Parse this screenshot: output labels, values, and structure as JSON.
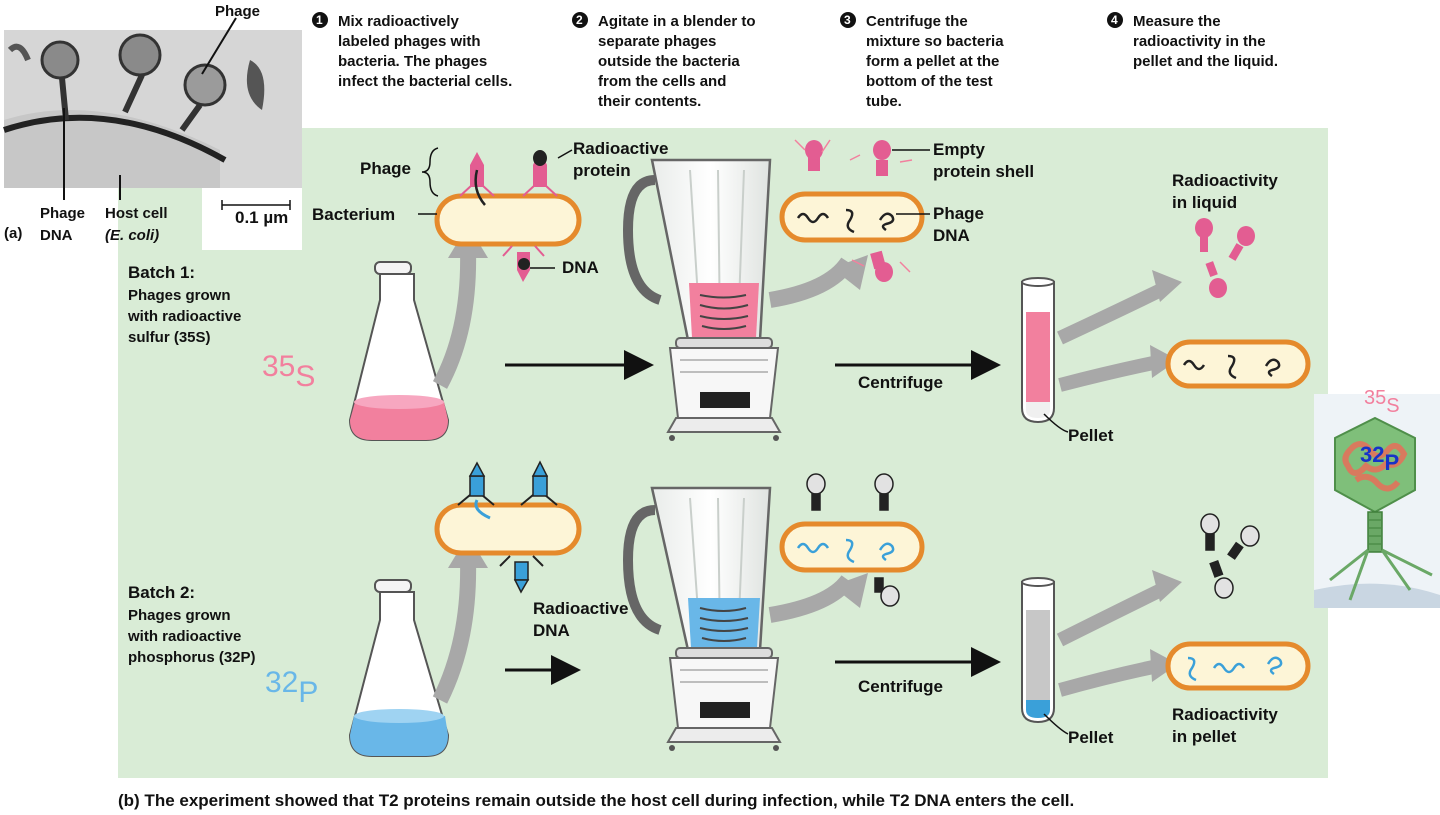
{
  "photo": {
    "panel_label": "(a)",
    "phage_label": "Phage",
    "phage_dna_label": [
      "Phage",
      "DNA"
    ],
    "host_cell_label": [
      "Host cell",
      "(E. coli)"
    ],
    "scale_label": "0.1 µm"
  },
  "steps": [
    {
      "number": "1",
      "lines": [
        "Mix radioactively",
        "labeled phages with",
        "bacteria. The phages",
        "infect the bacterial cells."
      ]
    },
    {
      "number": "2",
      "lines": [
        "Agitate in a blender to",
        "separate phages",
        "outside the bacteria",
        "from the cells and",
        "their contents."
      ]
    },
    {
      "number": "3",
      "lines": [
        "Centrifuge the",
        "mixture so bacteria",
        "form a pellet at the",
        "bottom of the test",
        "tube."
      ]
    },
    {
      "number": "4",
      "lines": [
        "Measure the",
        "radioactivity in the",
        "pellet and the liquid."
      ]
    }
  ],
  "labels": {
    "phage": "Phage",
    "radioactive_protein": [
      "Radioactive",
      "protein"
    ],
    "bacterium": "Bacterium",
    "dna": "DNA",
    "empty_shell": [
      "Empty",
      "protein shell"
    ],
    "phage_dna": [
      "Phage",
      "DNA"
    ],
    "radioactivity_liquid": [
      "Radioactivity",
      "in liquid"
    ],
    "radioactive_dna": [
      "Radioactive",
      "DNA"
    ],
    "radioactivity_pellet": [
      "Radioactivity",
      "in pellet"
    ],
    "centrifuge": "Centrifuge",
    "pellet": "Pellet"
  },
  "batch1": {
    "title": "Batch 1:",
    "lines": [
      "Phages grown",
      "with radioactive",
      "sulfur (35S)"
    ],
    "isotope_mass": "35",
    "isotope_symbol": "S"
  },
  "batch2": {
    "title": "Batch 2:",
    "lines": [
      "Phages grown",
      "with radioactive",
      "phosphorus (32P)"
    ],
    "isotope_mass": "32",
    "isotope_symbol": "P"
  },
  "model": {
    "label_35": "35",
    "label_s": "S",
    "label_32": "32",
    "label_p": "P"
  },
  "caption": "(b) The experiment showed that T2 proteins remain outside the host cell during infection, while T2 DNA enters the cell.",
  "colors": {
    "panel_bg": "#d9ecd6",
    "pink": "#e35d92",
    "pink_light": "#f2809e",
    "blue": "#3aa0d9",
    "blue_light": "#69b7e8",
    "bacterium_fill": "#fdf5d7",
    "bacterium_stroke": "#e58a2c",
    "arrow_gray": "#a8a8a8"
  }
}
